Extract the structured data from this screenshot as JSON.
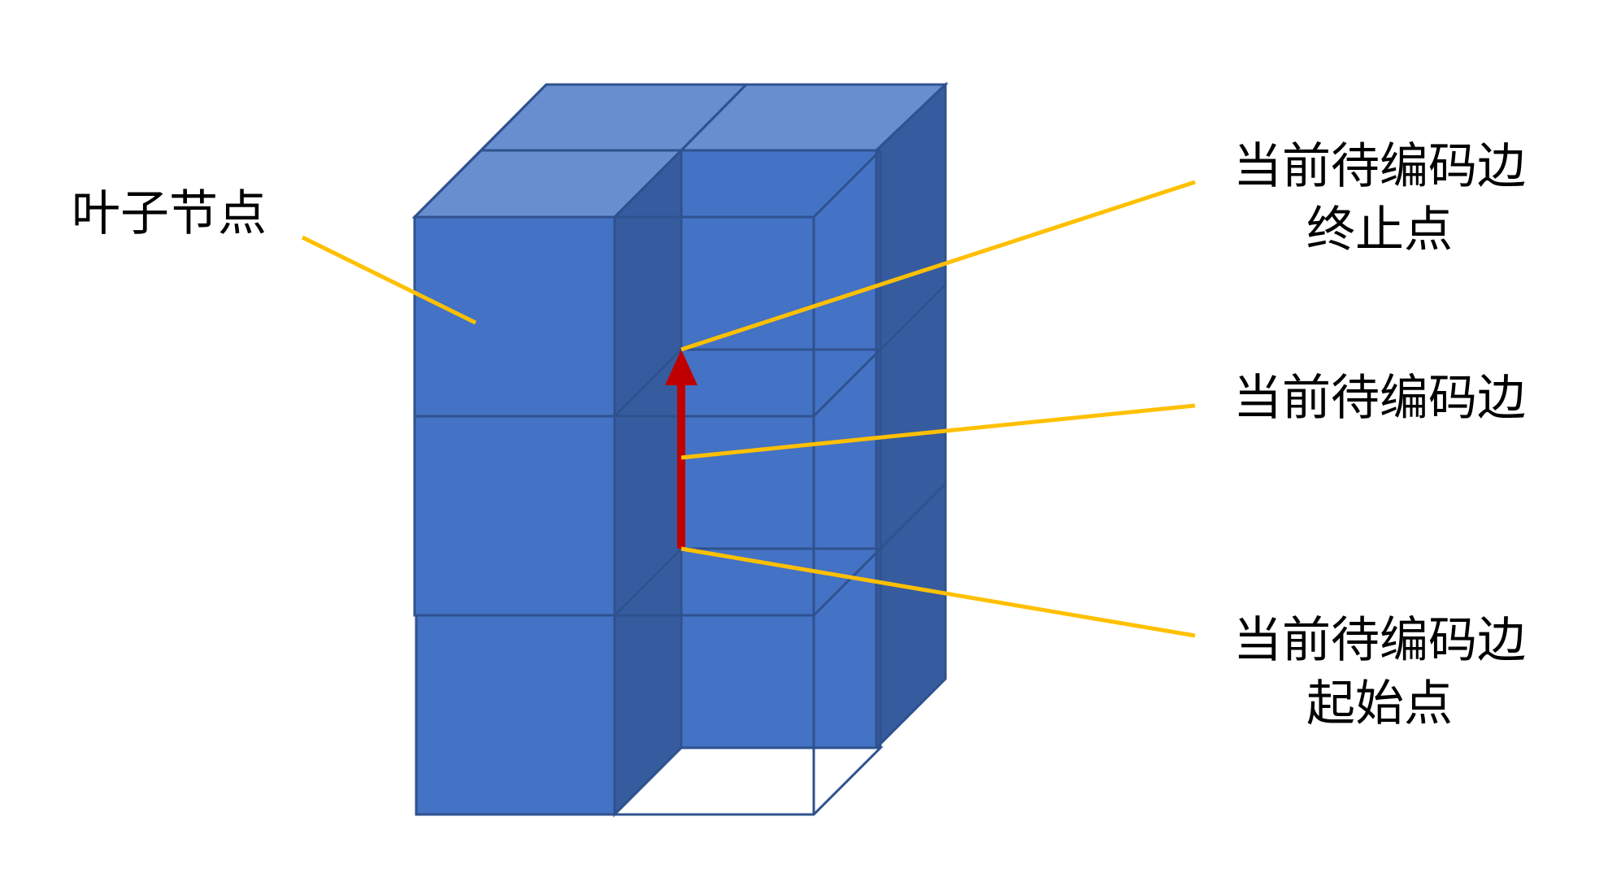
{
  "labels": {
    "leaf_node": "叶子节点",
    "edge_end_line1": "当前待编码边",
    "edge_end_line2": "终止点",
    "current_edge": "当前待编码边",
    "edge_start_line1": "当前待编码边",
    "edge_start_line2": "起始点"
  },
  "colors": {
    "cube_front": "#4472C4",
    "cube_top": "#698ED0",
    "cube_side": "#365C9F",
    "cube_edge": "#2F528F",
    "leader": "#FFC000",
    "arrow": "#C00000"
  }
}
